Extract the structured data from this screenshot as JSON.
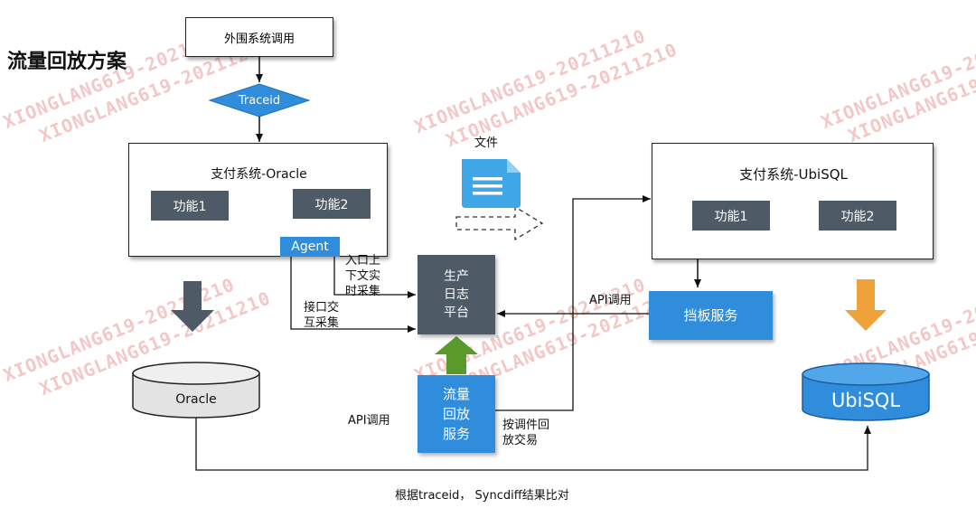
{
  "title": "流量回放方案",
  "external_call": "外围系统调用",
  "traceid": "Traceid",
  "oracle_system": {
    "title": "支付系统-Oracle",
    "func1": "功能1",
    "func2": "功能2",
    "agent": "Agent"
  },
  "ubisql_system": {
    "title": "支付系统-UbiSQL",
    "func1": "功能1",
    "func2": "功能2"
  },
  "file_label": "文件",
  "entry_collect": [
    "入口上",
    "下文实",
    "时采集"
  ],
  "interface_collect": [
    "接口交",
    "互采集"
  ],
  "log_platform": [
    "生产",
    "日志",
    "平台"
  ],
  "api_call_right": "API调用",
  "baffle_service": "挡板服务",
  "replay_service": [
    "流量",
    "回放",
    "服务"
  ],
  "api_call_left": "API调用",
  "replay_by_call": [
    "按调件回",
    "放交易"
  ],
  "oracle_db": "Oracle",
  "ubisql_db": "UbiSQL",
  "compare_label": "根据traceid， Syncdiff结果比对",
  "watermark": "XIONGLANG619-20211210",
  "colors": {
    "blue": "#2f8ddb",
    "dark": "#4f5a67",
    "green": "#5a9a2a",
    "orange": "#f0a23a",
    "gray_arrow": "#4f5a67"
  }
}
